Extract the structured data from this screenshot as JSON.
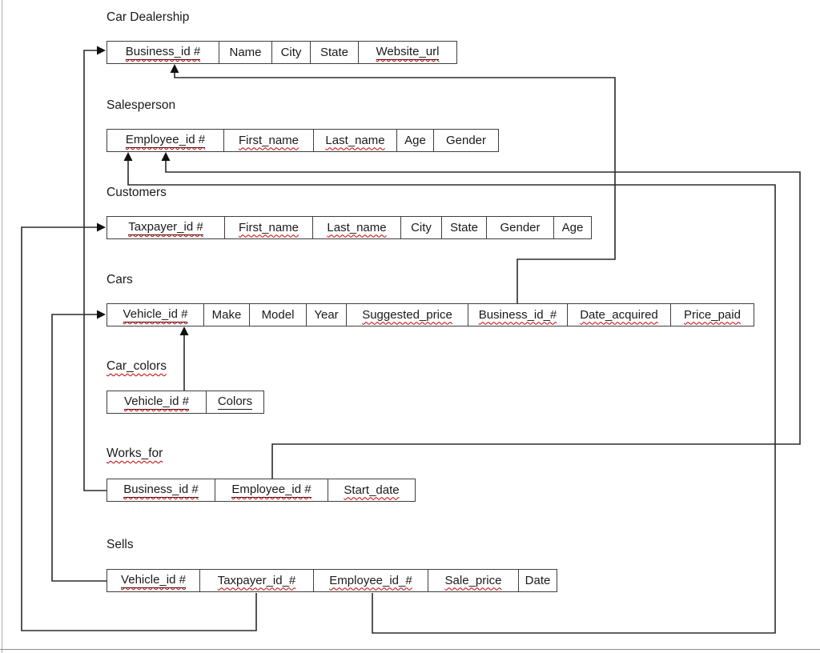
{
  "diagram": {
    "title_context": "Database schema diagram",
    "colors": {
      "connector_line": "#2b2b2b",
      "table_border": "#3f3f3f",
      "spellcheck_squiggle": "#c00000",
      "text": "#1a1a1a",
      "page_edge": "#ababab"
    },
    "tables": [
      {
        "id": "car_dealership",
        "title": "Car Dealership",
        "columns": [
          {
            "label": "Business_id #",
            "primary_key": true,
            "squiggle": true
          },
          {
            "label": "Name",
            "primary_key": false,
            "squiggle": false
          },
          {
            "label": "City",
            "primary_key": false,
            "squiggle": false
          },
          {
            "label": "State",
            "primary_key": false,
            "squiggle": false
          },
          {
            "label": "Website_url",
            "primary_key": true,
            "squiggle": true
          }
        ]
      },
      {
        "id": "salesperson",
        "title": "Salesperson",
        "columns": [
          {
            "label": "Employee_id #",
            "primary_key": true,
            "squiggle": true
          },
          {
            "label": "First_name",
            "primary_key": false,
            "squiggle": true
          },
          {
            "label": "Last_name",
            "primary_key": false,
            "squiggle": true
          },
          {
            "label": "Age",
            "primary_key": false,
            "squiggle": false
          },
          {
            "label": "Gender",
            "primary_key": false,
            "squiggle": false
          }
        ]
      },
      {
        "id": "customers",
        "title": "Customers",
        "columns": [
          {
            "label": "Taxpayer_id #",
            "primary_key": true,
            "squiggle": true
          },
          {
            "label": "First_name",
            "primary_key": false,
            "squiggle": true
          },
          {
            "label": "Last_name",
            "primary_key": false,
            "squiggle": true
          },
          {
            "label": "City",
            "primary_key": false,
            "squiggle": false
          },
          {
            "label": "State",
            "primary_key": false,
            "squiggle": false
          },
          {
            "label": "Gender",
            "primary_key": false,
            "squiggle": false
          },
          {
            "label": "Age",
            "primary_key": false,
            "squiggle": false
          }
        ]
      },
      {
        "id": "cars",
        "title": "Cars",
        "columns": [
          {
            "label": "Vehicle_id #",
            "primary_key": true,
            "squiggle": true
          },
          {
            "label": "Make",
            "primary_key": false,
            "squiggle": false
          },
          {
            "label": "Model",
            "primary_key": false,
            "squiggle": false
          },
          {
            "label": "Year",
            "primary_key": false,
            "squiggle": false
          },
          {
            "label": "Suggested_price",
            "primary_key": false,
            "squiggle": true
          },
          {
            "label": "Business_id_#",
            "primary_key": false,
            "squiggle": true
          },
          {
            "label": "Date_acquired",
            "primary_key": false,
            "squiggle": true
          },
          {
            "label": "Price_paid",
            "primary_key": false,
            "squiggle": true
          }
        ]
      },
      {
        "id": "car_colors",
        "title": "Car_colors",
        "title_squiggle": true,
        "columns": [
          {
            "label": "Vehicle_id #",
            "primary_key": true,
            "squiggle": true
          },
          {
            "label": "Colors",
            "primary_key": true,
            "squiggle": false
          }
        ]
      },
      {
        "id": "works_for",
        "title": "Works_for",
        "title_squiggle": true,
        "columns": [
          {
            "label": "Business_id #",
            "primary_key": true,
            "squiggle": true
          },
          {
            "label": "Employee_id #",
            "primary_key": true,
            "squiggle": true
          },
          {
            "label": "Start_date",
            "primary_key": false,
            "squiggle": true
          }
        ]
      },
      {
        "id": "sells",
        "title": "Sells",
        "columns": [
          {
            "label": "Vehicle_id #",
            "primary_key": true,
            "squiggle": true
          },
          {
            "label": "Taxpayer_id_#",
            "primary_key": false,
            "squiggle": true
          },
          {
            "label": "Employee_id_#",
            "primary_key": false,
            "squiggle": true
          },
          {
            "label": "Sale_price",
            "primary_key": false,
            "squiggle": true
          },
          {
            "label": "Date",
            "primary_key": false,
            "squiggle": false
          }
        ]
      }
    ],
    "relationships": [
      {
        "from": "Works_for.Business_id #",
        "to": "Car Dealership.Business_id #"
      },
      {
        "from": "Cars.Business_id_#",
        "to": "Car Dealership.Business_id #"
      },
      {
        "from": "Works_for.Employee_id #",
        "to": "Salesperson.Employee_id #"
      },
      {
        "from": "Sells.Employee_id_#",
        "to": "Salesperson.Employee_id #"
      },
      {
        "from": "Sells.Taxpayer_id_#",
        "to": "Customers.Taxpayer_id #"
      },
      {
        "from": "Sells.Vehicle_id #",
        "to": "Cars.Vehicle_id #"
      },
      {
        "from": "Car_colors.Vehicle_id #",
        "to": "Cars.Vehicle_id #"
      }
    ]
  }
}
